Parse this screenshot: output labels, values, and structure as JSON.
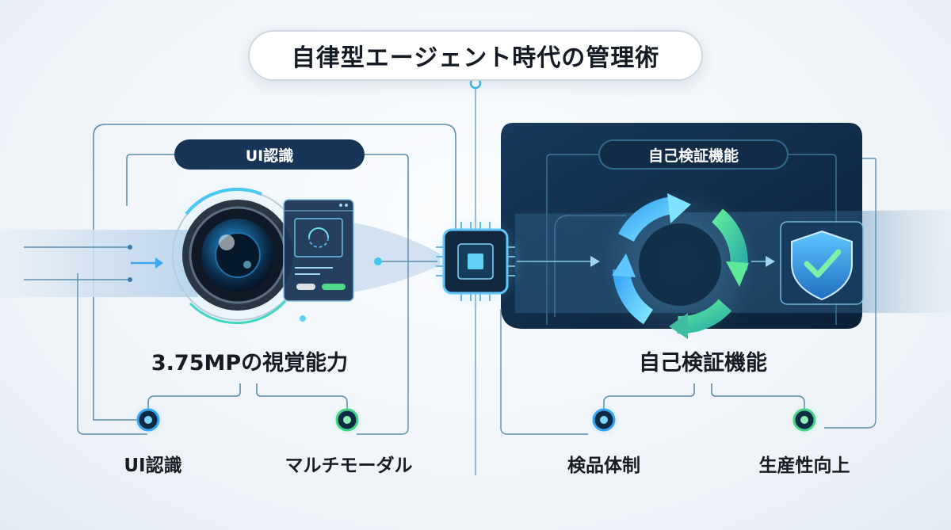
{
  "title": "自律型エージェント時代の管理術",
  "left_panel": {
    "header": "UI認識",
    "caption": "3.75MPの視覚能力",
    "nodes": [
      "UI認識",
      "マルチモーダル"
    ]
  },
  "right_panel": {
    "header": "自己検証機能",
    "caption": "自己検証機能",
    "nodes": [
      "検品体制",
      "生産性向上"
    ]
  },
  "colors": {
    "navy": "#163152",
    "dark_panel": "#0f2a44",
    "blue_accent": "#2f8ff0",
    "cyan_accent": "#4cc6ee",
    "green_accent": "#4cd98a",
    "line": "#5d8eaa"
  },
  "icons": [
    "camera-lens-icon",
    "ui-window-icon",
    "chip-icon",
    "refresh-cycle-icon",
    "shield-check-icon"
  ]
}
